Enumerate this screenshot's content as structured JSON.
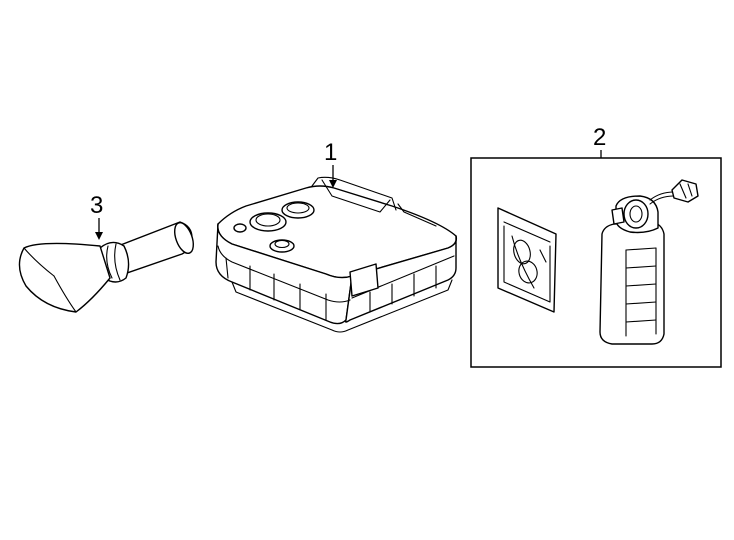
{
  "callouts": [
    {
      "id": "1",
      "label": "1",
      "part": "compressor"
    },
    {
      "id": "2",
      "label": "2",
      "part": "sealant-kit"
    },
    {
      "id": "3",
      "label": "3",
      "part": "funnel-adapter"
    }
  ],
  "colors": {
    "line": "#000000",
    "background": "#ffffff"
  }
}
